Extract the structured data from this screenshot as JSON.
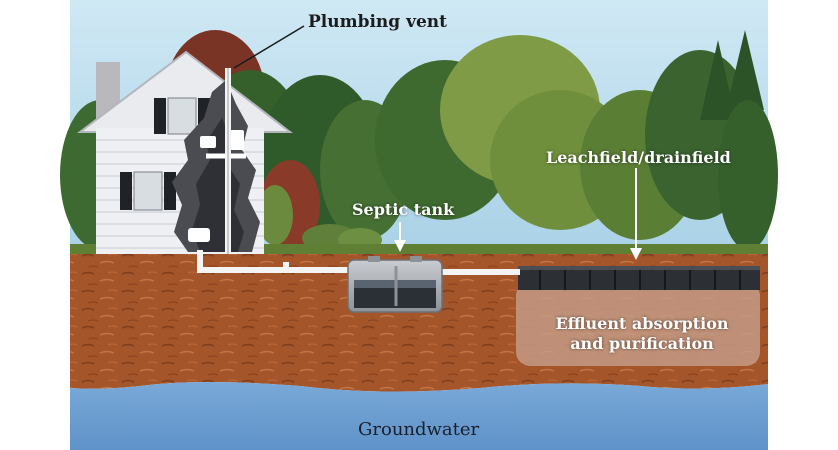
{
  "labels": {
    "plumbing_vent": "Plumbing vent",
    "leachfield": "Leachfield/drainfield",
    "septic_tank": "Septic tank",
    "effluent_line1": "Effluent absorption",
    "effluent_line2": "and purification",
    "groundwater": "Groundwater"
  },
  "colors": {
    "sky": "#b9dcec",
    "soil": "#a5552a",
    "groundwater": "#6c9fd2",
    "house": "#eef0f3",
    "tree_dark": "#2f5a2a",
    "tree_light": "#7f9b45"
  }
}
